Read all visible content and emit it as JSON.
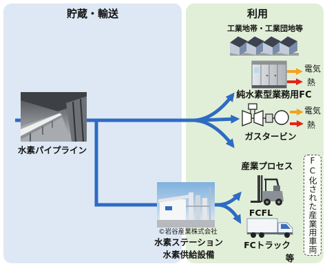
{
  "colors": {
    "storage_bg": "#dde8f4",
    "usage_bg": "#e2efd8",
    "flow_arrow": "#2e6bc2",
    "electricity_arrow": "#f5a21c",
    "heat_arrow": "#e2231a"
  },
  "storage_transport": {
    "title": "貯蔵・輸送",
    "pipeline_label": "水素パイプライン",
    "station": {
      "credit": "©岩谷産業株式会社",
      "label": "水素ステーション",
      "sublabel": "水素供給設備"
    }
  },
  "usage": {
    "title": "利用",
    "industrial_zone_label": "工業地帯・工業団地等",
    "fuel_cell": {
      "label": "純水素型業務用FC",
      "outputs": [
        "電気",
        "熱"
      ]
    },
    "gas_turbine": {
      "label": "ガスタービン",
      "outputs": [
        "電気",
        "熱"
      ]
    },
    "industrial_process_label": "産業プロセス",
    "forklift_label": "FCFL",
    "truck_label": "FCトラック",
    "etc_label": "等",
    "vehicles_note": "FC化された産業用車両"
  }
}
